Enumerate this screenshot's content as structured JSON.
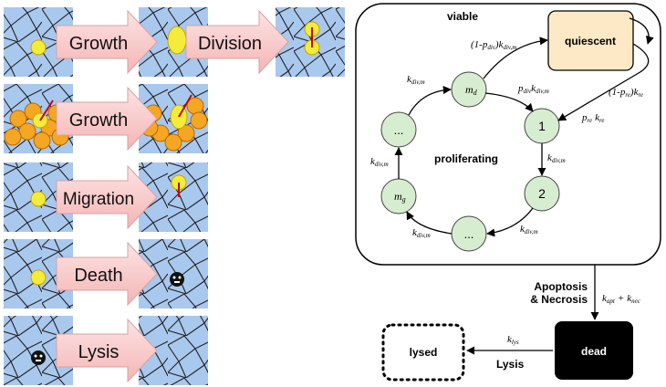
{
  "left_panel": {
    "rows": [
      {
        "label": "Growth"
      },
      {
        "label": "Division"
      },
      {
        "label": "Growth"
      },
      {
        "label": "Migration"
      },
      {
        "label": "Death"
      },
      {
        "label": "Lysis"
      }
    ]
  },
  "state_diagram": {
    "viable_label": "viable",
    "quiescent_label": "quiescent",
    "proliferating_label": "proliferating",
    "dead_label": "dead",
    "lysed_label": "lysed",
    "nodes": {
      "md": "m",
      "md_sub": "d",
      "n1": "1",
      "n2": "2",
      "dots_top": "...",
      "dots_bottom": "...",
      "mg": "m",
      "mg_sub": "g"
    },
    "rates": {
      "k_div_m": "k",
      "div_m_sub": "div,m",
      "re_sub": "re",
      "p_div": "p",
      "div_sub": "div",
      "p_re": "p",
      "one_minus": "(1-",
      "close": ")",
      "k_apt": "k",
      "apt_sub": "apt",
      "plus": "+",
      "k_nec": "k",
      "nec_sub": "nec",
      "k_lys": "k",
      "lys_sub": "lys"
    },
    "apoptosis_label_1": "Apoptosis",
    "apoptosis_label_2": "& Necrosis",
    "lysis_label": "Lysis"
  },
  "colors": {
    "grid_bg": "#a9c8ee",
    "cell_yellow": "#f4ec3a",
    "cell_orange": "#f5a623",
    "arrow_fill": "#f9c9c9",
    "node_fill": "#d7edd0",
    "quiescent_fill": "#fde9c6",
    "dead_fill": "#000000"
  }
}
